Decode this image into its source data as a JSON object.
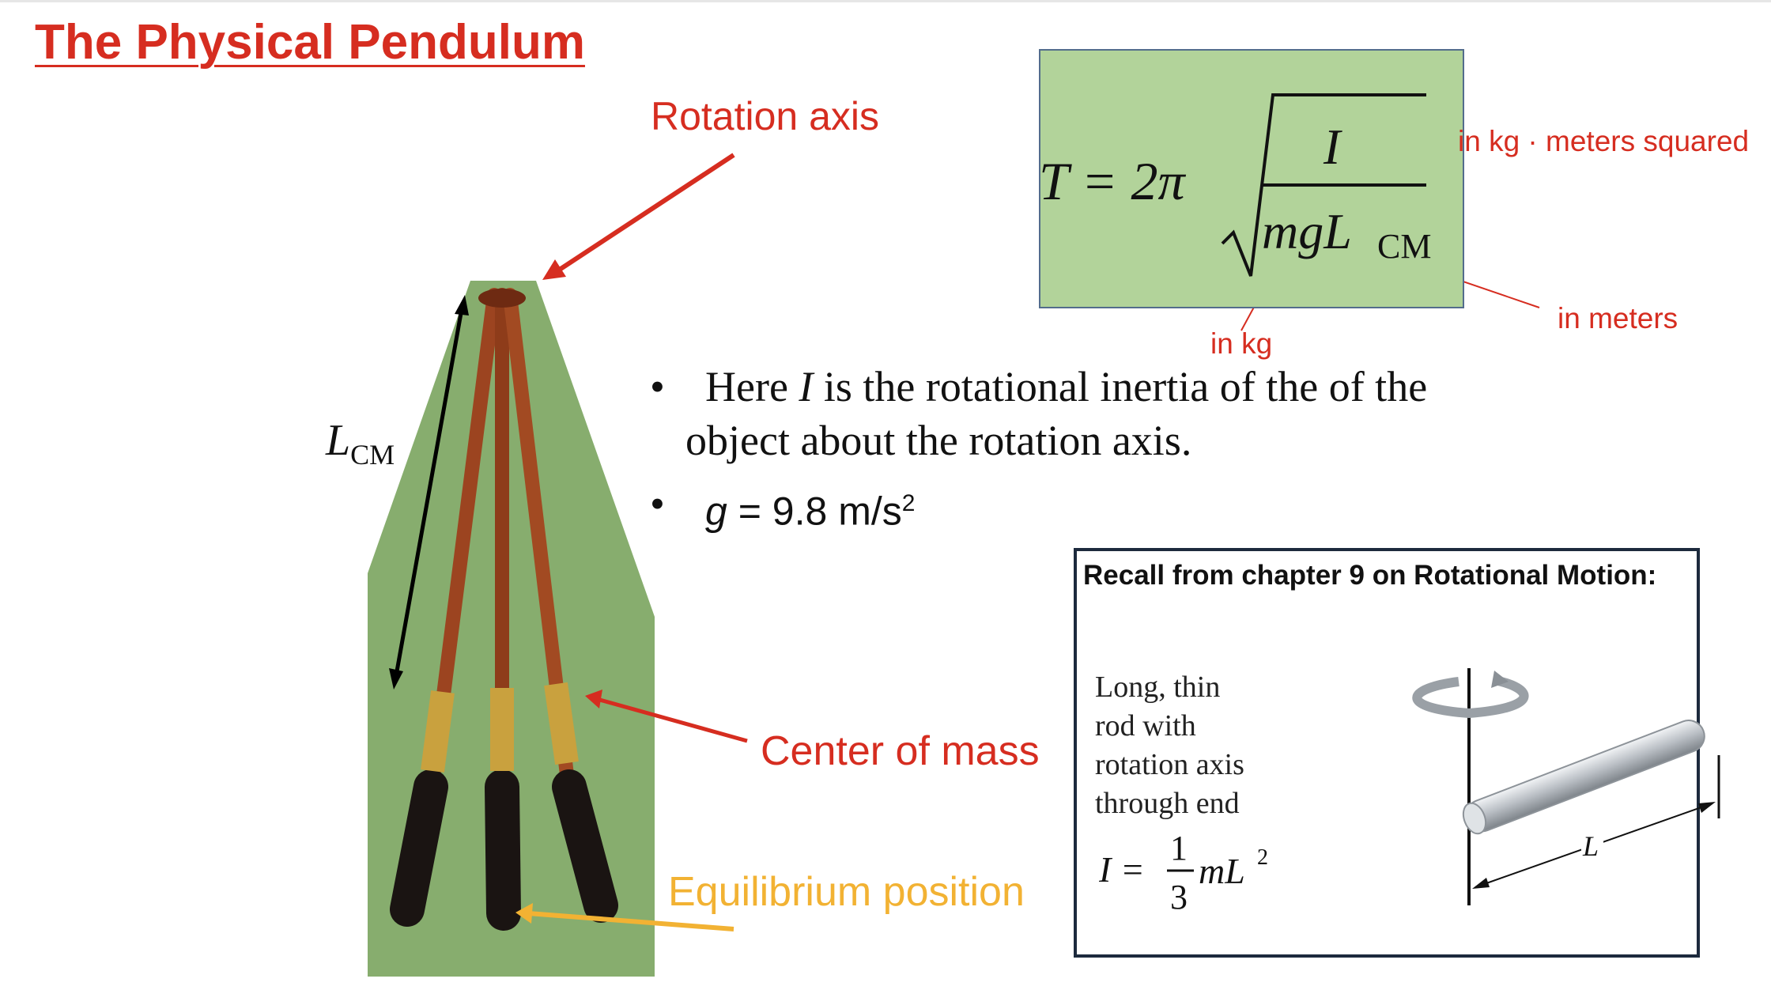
{
  "slide": {
    "title": "The Physical Pendulum",
    "labels": {
      "rotation_axis": "Rotation axis",
      "center_of_mass": "Center of mass",
      "equilibrium_position": "Equilibrium position",
      "lcm_symbol": "L",
      "lcm_subscript": "CM"
    },
    "formula": {
      "lhs": "T = 2π",
      "numerator": "I",
      "denominator_main": "mgL",
      "denominator_sub": "CM",
      "annotations": {
        "numerator_unit": "in kg · meters squared",
        "length_unit": "in meters",
        "mass_unit": "in kg"
      }
    },
    "bullets": {
      "b1_part1": "Here ",
      "b1_italic": "I",
      "b1_part2": " is the rotational inertia of the of the",
      "b1_line2": "object about the rotation axis.",
      "b2_var": "g",
      "b2_rest": " = 9.8 m/s",
      "b2_sup": "2",
      "dot": "•"
    },
    "recall": {
      "title": "Recall from chapter 9 on Rotational Motion:",
      "rod_text": [
        "Long, thin",
        "rod with",
        "rotation axis",
        "through end"
      ],
      "inertia_lhs": "I =",
      "fraction_num": "1",
      "fraction_den": "3",
      "inertia_rhs": "mL",
      "inertia_sup": "2",
      "length_label": "L"
    },
    "colors": {
      "title_red": "#d62d20",
      "equilibrium_gold": "#f2b233",
      "formula_bg": "#b2d39a",
      "bat_bg": "#87ad6e"
    }
  }
}
